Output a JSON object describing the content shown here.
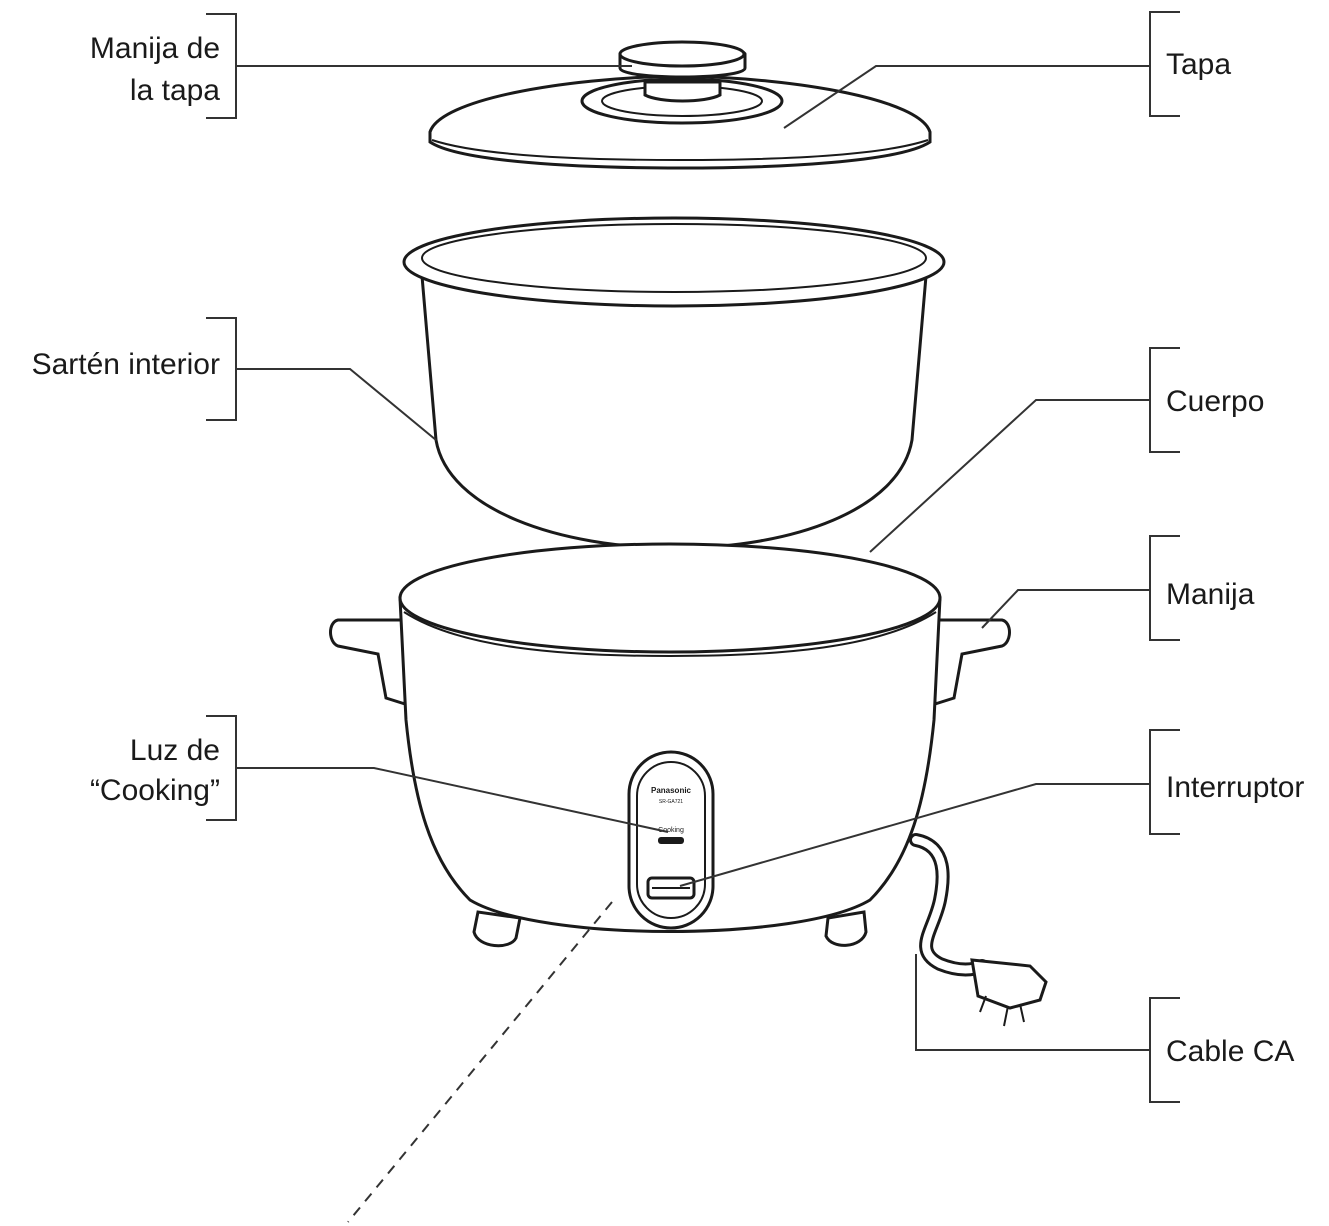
{
  "labels": {
    "lid_handle_1": "Manija de",
    "lid_handle_2": "la tapa",
    "lid": "Tapa",
    "inner_pan": "Sartén interior",
    "body": "Cuerpo",
    "handle": "Manija",
    "cooking_light_1": "Luz de",
    "cooking_light_2": "“Cooking”",
    "switch": "Interruptor",
    "ac_cord": "Cable CA"
  },
  "panel": {
    "brand": "Panasonic",
    "model": "SR-GA721",
    "indicator": "Cooking"
  }
}
